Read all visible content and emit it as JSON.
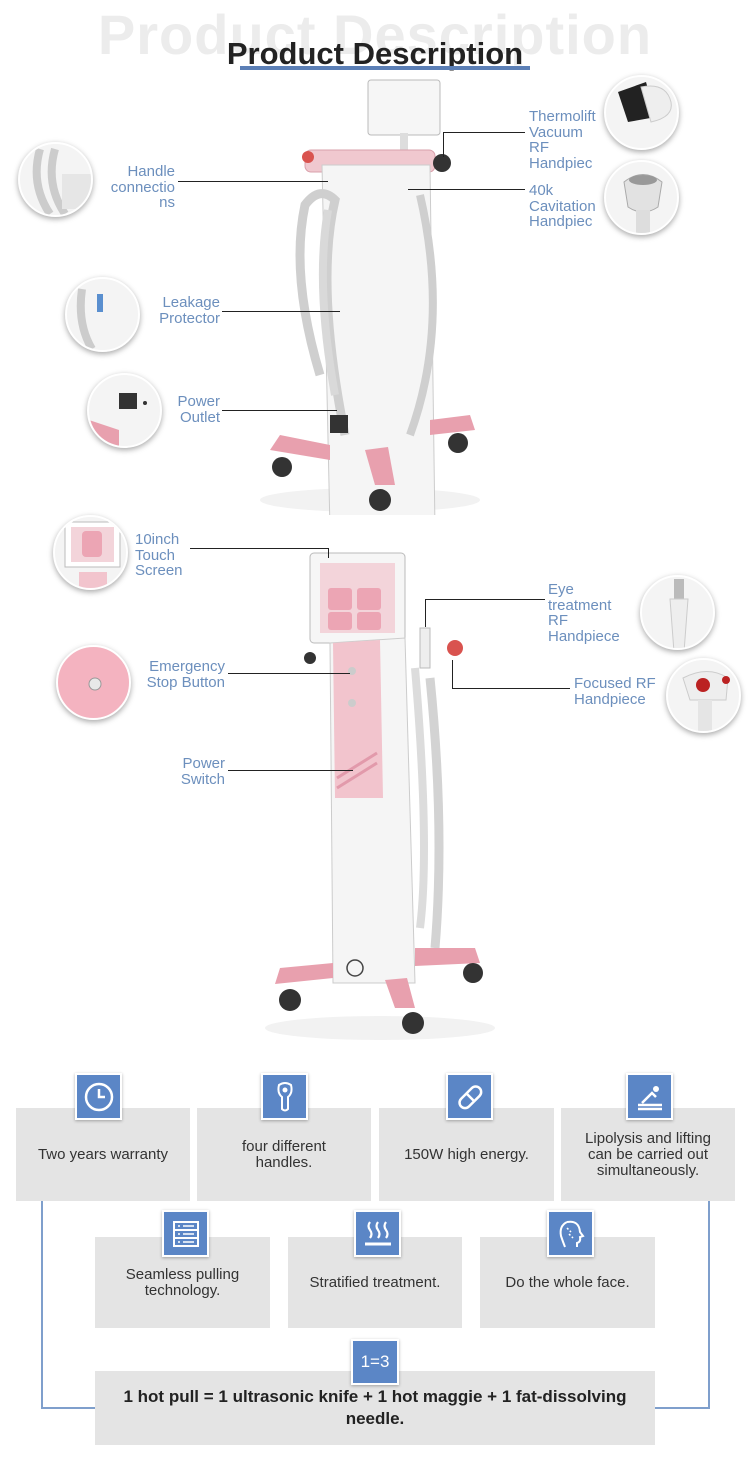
{
  "header": {
    "watermark": "Product Description",
    "title": "Product Description"
  },
  "machine1": {
    "callouts_left": [
      "Handle\nconnectio\nns",
      "Leakage\nProtector",
      "Power\nOutlet"
    ],
    "callouts_right": [
      "Thermolift\nVacuum\nRF\nHandpiec",
      "40k\nCavitation\nHandpiec"
    ]
  },
  "machine2": {
    "callouts_left": [
      "10inch\nTouch\nScreen",
      "Emergency\nStop Button",
      "Power\nSwitch"
    ],
    "callouts_right": [
      "Eye\ntreatment\nRF\nHandpiece",
      "Focused RF\nHandpiece"
    ]
  },
  "features": {
    "row1": [
      {
        "icon": "clock-icon",
        "text": "Two years warranty"
      },
      {
        "icon": "handpiece-icon",
        "text": "four different\nhandles."
      },
      {
        "icon": "capsule-icon",
        "text": "150W high energy."
      },
      {
        "icon": "treatment-bed-icon",
        "text": "Lipolysis and lifting\ncan be carried out\nsimultaneously."
      }
    ],
    "row2": [
      {
        "icon": "server-list-icon",
        "text": "Seamless pulling\ntechnology."
      },
      {
        "icon": "heat-waves-icon",
        "text": "Stratified treatment."
      },
      {
        "icon": "face-profile-icon",
        "text": "Do the whole face."
      }
    ],
    "equation_badge": "1=3",
    "equation_text": "1 hot pull = 1 ultrasonic knife + 1 hot maggie + 1 fat-dissolving\nneedle."
  },
  "colors": {
    "accent": "#5b86c6",
    "pink": "#e8a0ae",
    "callout": "#6c8fbd"
  }
}
